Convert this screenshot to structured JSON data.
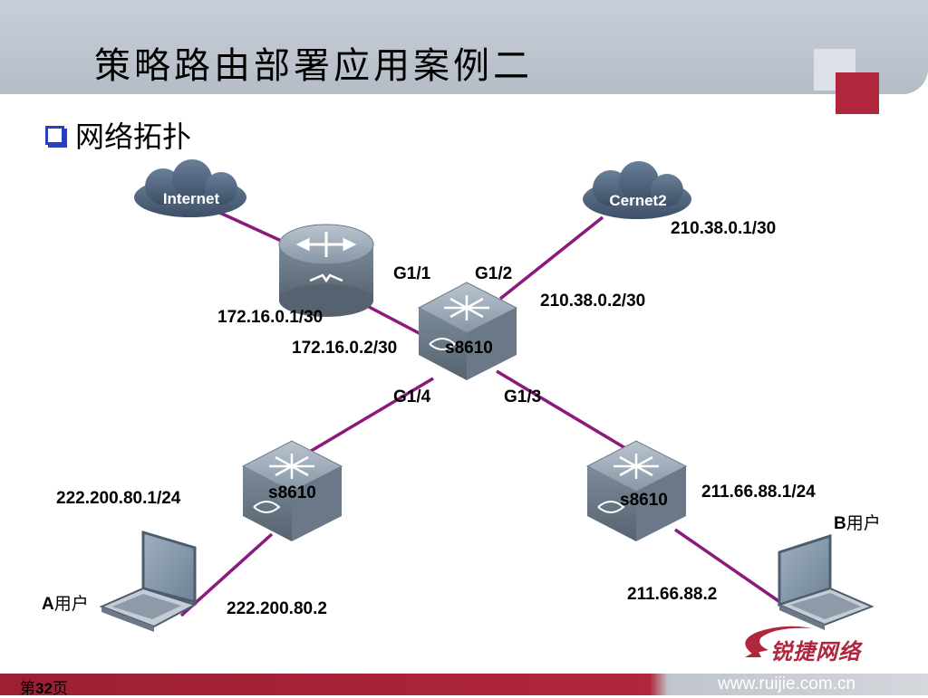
{
  "title": "策略路由部署应用案例二",
  "bullet": "网络拓扑",
  "clouds": {
    "internet": "Internet",
    "cernet2": "Cernet2"
  },
  "ports": {
    "g11": "G1/1",
    "g12": "G1/2",
    "g14": "G1/4",
    "g13": "G1/3"
  },
  "devices": {
    "core": "s8610",
    "left": "s8610",
    "right": "s8610"
  },
  "addresses": {
    "router_ip": "172.16.0.1/30",
    "core_ip_left": "172.16.0.2/30",
    "cernet_ip": "210.38.0.1/30",
    "core_ip_right": "210.38.0.2/30",
    "left_gateway": "222.200.80.1/24",
    "left_host": "222.200.80.2",
    "right_gateway": "211.66.88.1/24",
    "right_host": "211.66.88.2"
  },
  "users": {
    "a_letter": "A",
    "a_text": "用户",
    "b_letter": "B",
    "b_text": "用户"
  },
  "footer": {
    "page_prefix": "第",
    "page_number": "32",
    "page_suffix": "页",
    "website": "www.ruijie.com.cn"
  },
  "logo": "锐捷网络",
  "colors": {
    "link": "#8b1a7c",
    "accent": "#b0263c",
    "cloud": "#4a5f7a"
  }
}
